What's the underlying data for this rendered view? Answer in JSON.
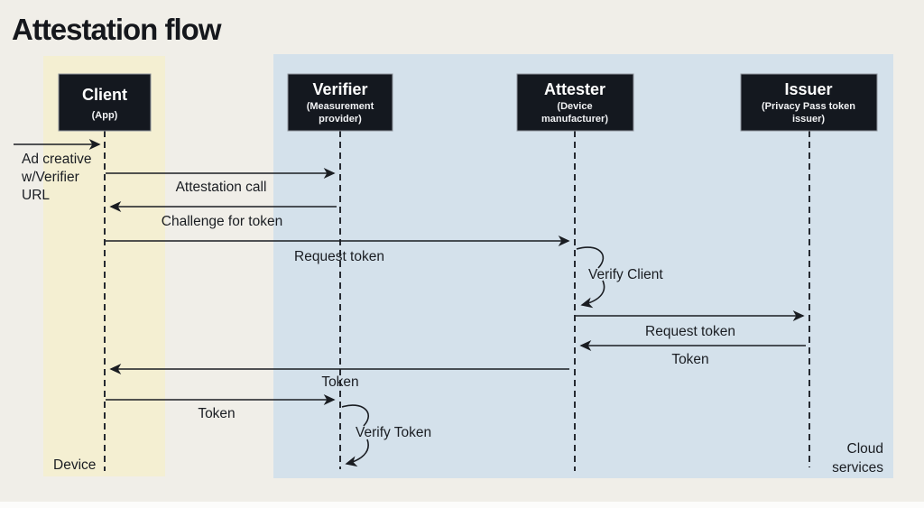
{
  "title": "Attestation flow",
  "colors": {
    "background": "#f0eee8",
    "device_band": "#f4efd2",
    "cloud_band": "#d4e1eb",
    "actor_box": "#14181f",
    "actor_text": "#ffffff",
    "line": "#1a1d22",
    "bottom_strip": "#fcfcfb"
  },
  "zones": {
    "device": {
      "label": "Device"
    },
    "cloud": {
      "label": "Cloud services",
      "label_lines": [
        "Cloud",
        "services"
      ]
    }
  },
  "actors": [
    {
      "name": "Client",
      "subtitle": "(App)",
      "subtitle_lines": [
        "(App)"
      ],
      "zone": "Device"
    },
    {
      "name": "Verifier",
      "subtitle": "(Measurement provider)",
      "subtitle_lines": [
        "(Measurement",
        "provider)"
      ],
      "zone": "Cloud services"
    },
    {
      "name": "Attester",
      "subtitle": "(Device manufacturer)",
      "subtitle_lines": [
        "(Device",
        "manufacturer)"
      ],
      "zone": "Cloud services"
    },
    {
      "name": "Issuer",
      "subtitle": "(Privacy Pass token issuer)",
      "subtitle_lines": [
        "(Privacy Pass token",
        "issuer)"
      ],
      "zone": "Cloud services"
    }
  ],
  "messages": [
    {
      "seq": 1,
      "from": "(external)",
      "to": "Client",
      "label": "Ad creative w/Verifier URL",
      "label_lines": [
        "Ad creative",
        "w/Verifier",
        "URL"
      ]
    },
    {
      "seq": 2,
      "from": "Client",
      "to": "Verifier",
      "label": "Attestation call"
    },
    {
      "seq": 3,
      "from": "Verifier",
      "to": "Client",
      "label": "Challenge for token"
    },
    {
      "seq": 4,
      "from": "Client",
      "to": "Attester",
      "label": "Request token"
    },
    {
      "seq": 5,
      "from": "Attester",
      "to": "Attester",
      "label": "Verify Client",
      "type": "self"
    },
    {
      "seq": 6,
      "from": "Attester",
      "to": "Issuer",
      "label": "Request token"
    },
    {
      "seq": 7,
      "from": "Issuer",
      "to": "Attester",
      "label": "Token"
    },
    {
      "seq": 8,
      "from": "Attester",
      "to": "Client",
      "label": "Token"
    },
    {
      "seq": 9,
      "from": "Client",
      "to": "Verifier",
      "label": "Token"
    },
    {
      "seq": 10,
      "from": "Verifier",
      "to": "Verifier",
      "label": "Verify Token",
      "type": "self"
    }
  ]
}
